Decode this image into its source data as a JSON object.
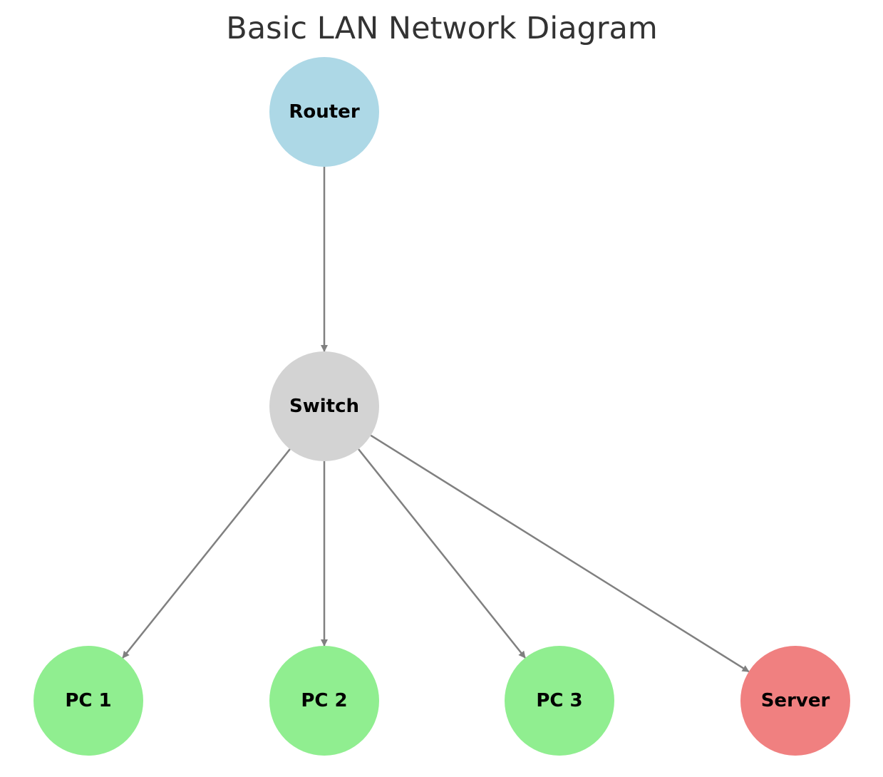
{
  "title": "Basic LAN Network Diagram",
  "colors": {
    "edge": "#808080",
    "title": "#333333",
    "label": "#000000"
  },
  "nodes": [
    {
      "id": "router",
      "label": "Router",
      "color": "#add8e6"
    },
    {
      "id": "switch",
      "label": "Switch",
      "color": "#d3d3d3"
    },
    {
      "id": "pc1",
      "label": "PC 1",
      "color": "#90ee90"
    },
    {
      "id": "pc2",
      "label": "PC 2",
      "color": "#90ee90"
    },
    {
      "id": "pc3",
      "label": "PC 3",
      "color": "#90ee90"
    },
    {
      "id": "server",
      "label": "Server",
      "color": "#f08080"
    }
  ],
  "edges": [
    {
      "from": "router",
      "to": "switch"
    },
    {
      "from": "switch",
      "to": "pc1"
    },
    {
      "from": "switch",
      "to": "pc2"
    },
    {
      "from": "switch",
      "to": "pc3"
    },
    {
      "from": "switch",
      "to": "server"
    }
  ]
}
